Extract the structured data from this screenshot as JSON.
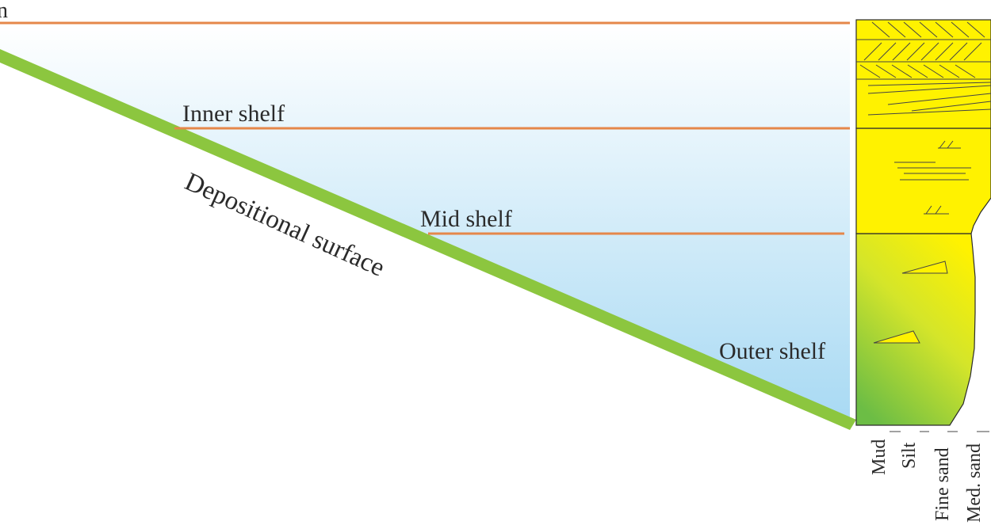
{
  "diagram": {
    "levels": {
      "top_cut_label": "n",
      "inner_shelf": "Inner shelf",
      "mid_shelf": "Mid shelf",
      "outer_shelf": "Outer shelf"
    },
    "surface_label": "Depositional surface",
    "grain_size_labels": [
      "Mud",
      "Silt",
      "Fine sand",
      "Med. sand"
    ],
    "colors": {
      "water_top": "#ffffff",
      "water_bottom": "#a7d9f3",
      "surface": "#8cc63f",
      "level_line": "#e5874a",
      "sand": "#fff200",
      "mud_green": "#6cbd45"
    }
  }
}
